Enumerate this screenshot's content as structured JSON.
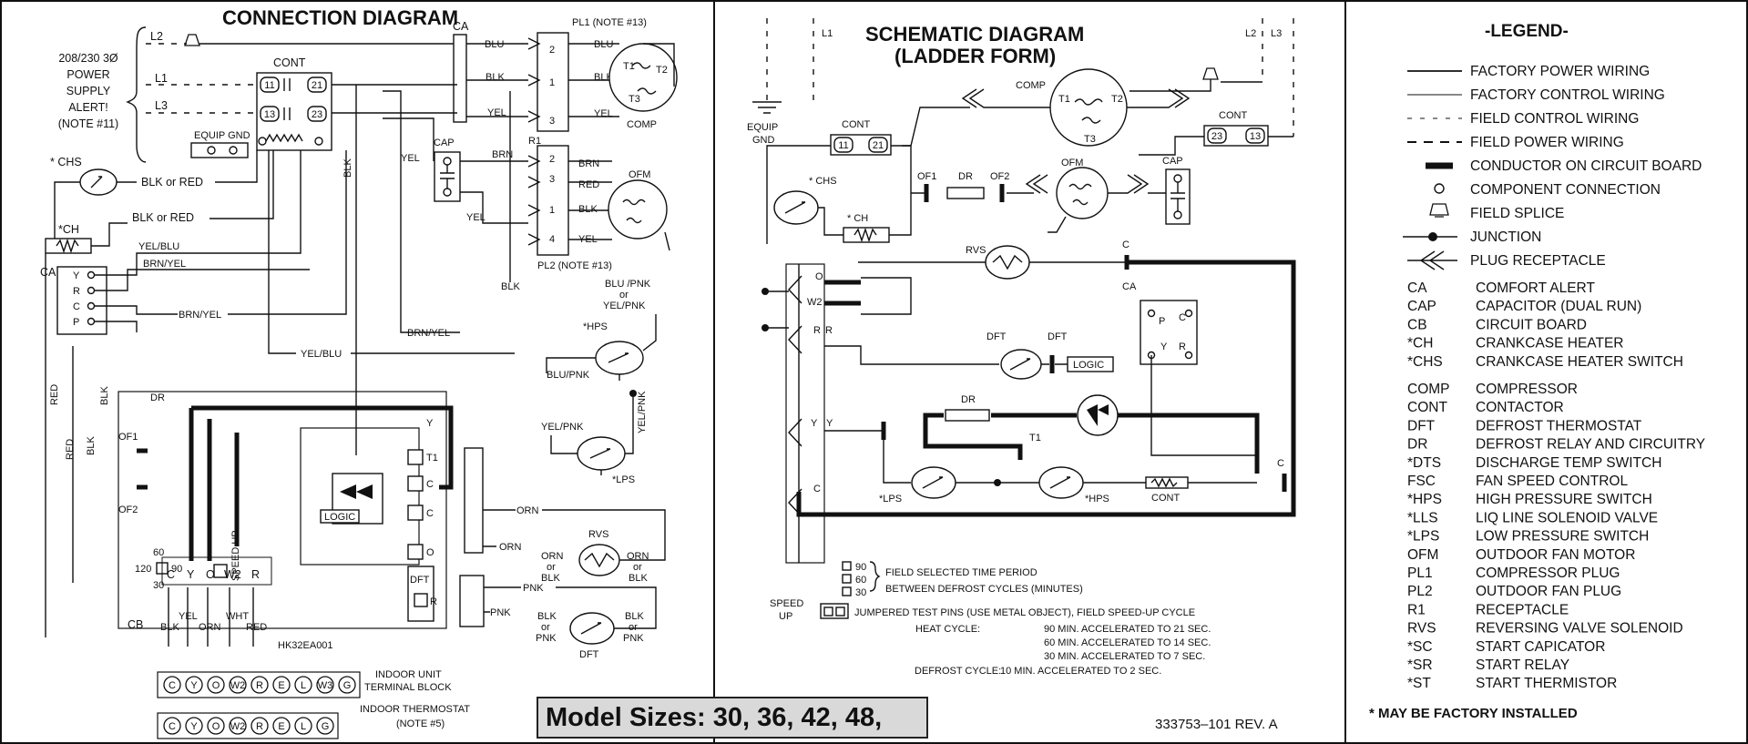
{
  "connection": {
    "title": "CONNECTION DIAGRAM",
    "supply": [
      "208/230 3Ø",
      "POWER",
      "SUPPLY",
      "ALERT!",
      "(NOTE #11)"
    ],
    "labels": {
      "l2": "L2",
      "l1": "L1",
      "l3": "L3",
      "ca_top": "CA",
      "cont": "CONT",
      "t11": "11",
      "t21": "21",
      "t13": "13",
      "t23": "23",
      "equip_gnd": "EQUIP GND",
      "chs": "* CHS",
      "ch": "*CH",
      "blk_or_red_1": "BLK or RED",
      "blk_or_red_2": "BLK or RED",
      "yel_blu_1": "YEL/BLU",
      "brn_yel_1": "BRN/YEL",
      "brn_yel_2": "BRN/YEL",
      "brn_yel_3": "BRN/YEL",
      "yel_blu_2": "YEL/BLU",
      "ca_left": "CA",
      "ca_y": "Y",
      "ca_r": "R",
      "ca_c": "C",
      "ca_p": "P",
      "blu": "BLU",
      "blk": "BLK",
      "yel": "YEL",
      "blu2": "BLU",
      "blk2": "BLK",
      "yel2": "YEL",
      "r1": "R1",
      "pl1": "PL1 (NOTE #13)",
      "comp": "COMP",
      "t1": "T1",
      "t2": "T2",
      "t3": "T3",
      "cap": "CAP",
      "yel_cap": "YEL",
      "brn": "BRN",
      "yel_cap2": "YEL",
      "brn2": "BRN",
      "red2": "RED",
      "blk3": "BLK",
      "yel3": "YEL",
      "ofm": "OFM",
      "pl2": "PL2 (NOTE #13)",
      "blk_vert": "BLK",
      "blk_mid": "BLK",
      "blu_pnk": "BLU /PNK",
      "or": "or",
      "yel_pnk": "YEL/PNK",
      "hps": "*HPS",
      "blu_pnk2": "BLU/PNK",
      "yel_pnk2": "YEL/PNK",
      "yel_pnk_v": "YEL/PNK",
      "lps": "*LPS",
      "red_v1": "RED",
      "blk_v1": "BLK",
      "red_v2": "RED",
      "blk_v2": "BLK",
      "dr": "DR",
      "of1": "OF1",
      "of2": "OF2",
      "y_top": "Y",
      "t1b": "T1",
      "cb": "C",
      "cc": "C",
      "o_t": "O",
      "logic": "LOGIC",
      "orn1": "ORN",
      "orn2": "ORN",
      "orn3": "ORN",
      "or2": "or",
      "blk4": "BLK",
      "orn4": "ORN",
      "or3": "or",
      "blk5": "BLK",
      "rvs": "RVS",
      "t60": "60",
      "t120": "120",
      "t90": "90",
      "t30": "30",
      "speed_up": "SPEED UP",
      "dft_box": "DFT",
      "r_box": "R",
      "pnk1": "PNK",
      "pnk2": "PNK",
      "blk6": "BLK",
      "or4": "or",
      "pnk3": "PNK",
      "blk7": "BLK",
      "or5": "or",
      "pnk4": "PNK",
      "dft": "DFT",
      "cb_lbl": "CB",
      "blk8": "BLK",
      "yel4": "YEL",
      "orn5": "ORN",
      "wht": "WHT",
      "red3": "RED",
      "hk": "HK32EA001",
      "board_c": "C",
      "board_y": "Y",
      "board_o": "O",
      "board_w2": "W2",
      "board_r": "R",
      "indoor_unit": "INDOOR UNIT",
      "terminal_block": "TERMINAL BLOCK",
      "indoor_thermostat": "INDOOR THERMOSTAT",
      "note5": "(NOTE #5)"
    },
    "terminal_row1": [
      "C",
      "Y",
      "O",
      "W2",
      "R",
      "E",
      "L",
      "W3",
      "G"
    ],
    "terminal_row2": [
      "C",
      "Y",
      "O",
      "W2",
      "R",
      "E",
      "L",
      "G"
    ]
  },
  "schematic": {
    "title1": "SCHEMATIC DIAGRAM",
    "title2": "(LADDER FORM)",
    "labels": {
      "l1": "L1",
      "l2": "L2",
      "l3": "L3",
      "equip": "EQUIP",
      "gnd": "GND",
      "comp": "COMP",
      "t1": "T1",
      "t2": "T2",
      "t3": "T3",
      "cont_l": "CONT",
      "t11": "11",
      "t21": "21",
      "cont_r": "CONT",
      "t23": "23",
      "t13": "13",
      "chs": "* CHS",
      "ch": "* CH",
      "of1": "OF1",
      "dr": "DR",
      "of2": "OF2",
      "ofm": "OFM",
      "cap": "CAP",
      "rvs": "RVS",
      "c1": "C",
      "o": "O",
      "w2": "W2",
      "r1": "R",
      "r2": "R",
      "ca": "CA",
      "p": "P",
      "cc": "C",
      "y": "Y",
      "rr": "R",
      "dft1": "DFT",
      "dft2": "DFT",
      "logic": "LOGIC",
      "dr2": "DR",
      "t1b": "T1",
      "y1": "Y",
      "y2": "Y",
      "c2": "C",
      "lps": "*LPS",
      "hps": "*HPS",
      "cont_b": "CONT",
      "c3": "C"
    },
    "notes": {
      "n90": "90",
      "n60": "60",
      "n30": "30",
      "field_selected": "FIELD SELECTED TIME PERIOD",
      "between": "BETWEEN DEFROST CYCLES (MINUTES)",
      "speed": "SPEED",
      "up": "UP",
      "jumpered": "JUMPERED TEST PINS (USE METAL OBJECT), FIELD SPEED-UP CYCLE",
      "heat_cycle": "HEAT CYCLE:",
      "heat1": "90 MIN. ACCELERATED TO 21 SEC.",
      "heat2": "60 MIN. ACCELERATED TO 14 SEC.",
      "heat3": "30 MIN. ACCELERATED TO 7 SEC.",
      "defrost_cycle": "DEFROST CYCLE:",
      "defrost1": "10 MIN. ACCELERATED TO 2 SEC.",
      "doc_number": "333753–101 REV. A"
    }
  },
  "model_banner": "Model Sizes: 30, 36, 42, 48,",
  "legend": {
    "title": "-LEGEND-",
    "line_types": [
      "FACTORY POWER WIRING",
      "FACTORY CONTROL WIRING",
      "FIELD CONTROL WIRING",
      "FIELD POWER WIRING",
      "CONDUCTOR ON CIRCUIT BOARD",
      "COMPONENT CONNECTION",
      "FIELD SPLICE",
      "JUNCTION",
      "PLUG RECEPTACLE"
    ],
    "abbreviations": [
      {
        "code": "CA",
        "desc": "COMFORT ALERT"
      },
      {
        "code": "CAP",
        "desc": "CAPACITOR (DUAL RUN)"
      },
      {
        "code": "CB",
        "desc": "CIRCUIT BOARD"
      },
      {
        "code": "*CH",
        "desc": "CRANKCASE HEATER"
      },
      {
        "code": "*CHS",
        "desc": "CRANKCASE HEATER SWITCH"
      },
      {
        "code": "COMP",
        "desc": "COMPRESSOR"
      },
      {
        "code": "CONT",
        "desc": "CONTACTOR"
      },
      {
        "code": "DFT",
        "desc": "DEFROST THERMOSTAT"
      },
      {
        "code": "DR",
        "desc": "DEFROST RELAY AND CIRCUITRY"
      },
      {
        "code": "*DTS",
        "desc": "DISCHARGE TEMP SWITCH"
      },
      {
        "code": "FSC",
        "desc": "FAN SPEED CONTROL"
      },
      {
        "code": "*HPS",
        "desc": "HIGH PRESSURE SWITCH"
      },
      {
        "code": "*LLS",
        "desc": "LIQ LINE SOLENOID VALVE"
      },
      {
        "code": "*LPS",
        "desc": "LOW PRESSURE SWITCH"
      },
      {
        "code": "OFM",
        "desc": "OUTDOOR FAN MOTOR"
      },
      {
        "code": "PL1",
        "desc": "COMPRESSOR PLUG"
      },
      {
        "code": "PL2",
        "desc": "OUTDOOR FAN PLUG"
      },
      {
        "code": "R1",
        "desc": "RECEPTACLE"
      },
      {
        "code": "RVS",
        "desc": "REVERSING VALVE SOLENOID"
      },
      {
        "code": "*SC",
        "desc": "START CAPICATOR"
      },
      {
        "code": "*SR",
        "desc": "START RELAY"
      },
      {
        "code": "*ST",
        "desc": "START THERMISTOR"
      }
    ],
    "footnote": "* MAY BE FACTORY INSTALLED"
  }
}
